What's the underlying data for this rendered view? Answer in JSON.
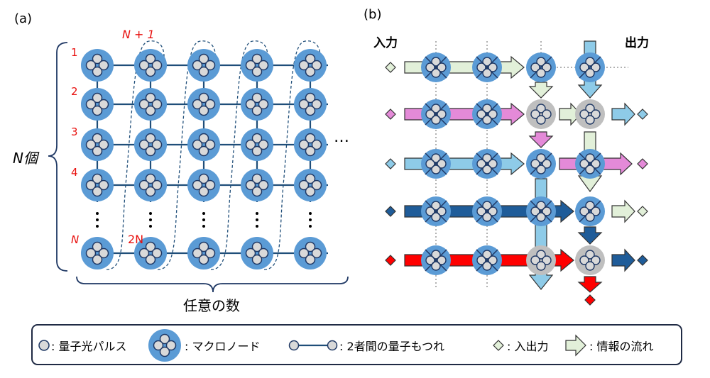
{
  "panel_a": {
    "label": "(a)",
    "rows": [
      "1",
      "2",
      "3",
      "4",
      "N"
    ],
    "n_plus_one": "N + 1",
    "two_n": "2N",
    "n_count": "N個",
    "arbitrary_number": "任意の数",
    "ellipsis": "…"
  },
  "panel_b": {
    "label": "(b)",
    "input": "入力",
    "output": "出力"
  },
  "legend": {
    "pulse": ": 量子光パルス",
    "macronode": ": マクロノード",
    "entanglement": ": 2者間の量子もつれ",
    "io": ": 入出力",
    "flow": ": 情報の流れ"
  },
  "colors": {
    "node": "#5b9bd5",
    "node_gray": "#bfbfbf",
    "line": "#1f4e79",
    "green": "#e2f0d9",
    "pink": "#e48ad8",
    "lightblue": "#8ecbe8",
    "navy": "#1f5c99",
    "red": "#ff0000"
  }
}
